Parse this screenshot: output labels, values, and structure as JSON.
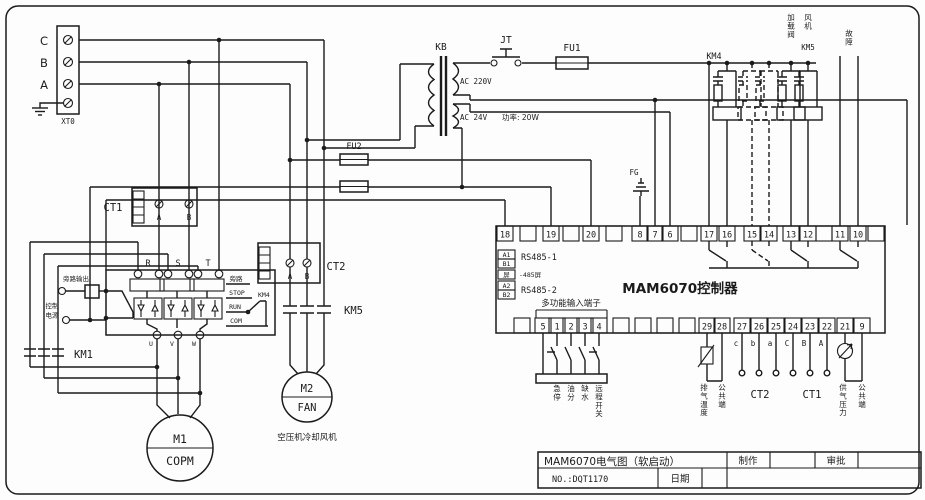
{
  "xt0": {
    "phases": [
      "C",
      "B",
      "A"
    ],
    "label": "XT0"
  },
  "power": {
    "kb": "KB",
    "jt": "JT",
    "fu1": "FU1",
    "fu2": "FU2",
    "ac220": "AC 220V",
    "ac24": "AC 24V",
    "watt": "功率: 20W"
  },
  "outputs": {
    "km4": "KM4",
    "load_valve": "加载阀",
    "fan_vert": "风机",
    "km5": "KM5",
    "fault": "故障"
  },
  "controller": {
    "name": "MAM6070控制器",
    "fg": "FG",
    "top_terminals": [
      "18",
      "",
      "19",
      "",
      "20",
      "",
      "8",
      "7",
      "6",
      "",
      "17",
      "16",
      "15",
      "14",
      "13",
      "12",
      "",
      "11",
      "10",
      ""
    ],
    "bottom_terminals": [
      "",
      "5",
      "1",
      "2",
      "3",
      "4",
      "",
      "",
      "",
      "",
      "29",
      "28",
      "27",
      "26",
      "25",
      "24",
      "23",
      "22",
      "21",
      "9"
    ],
    "rs485_cells": [
      "A1",
      "B1",
      "屏",
      "A2",
      "B2"
    ],
    "rs485_1": "RS485-1",
    "rs485_shield": "-485屏",
    "rs485_2": "RS485-2",
    "multi_input": "多功能输入端子"
  },
  "inputs": {
    "labels": [
      "急停",
      "油分",
      "缺水",
      "远程开关"
    ]
  },
  "sensors": {
    "temp": "排气温度",
    "common_a": "公共端",
    "ct2": "CT2",
    "ct1": "CT1",
    "pressure": "供气压力",
    "common_b": "公共端",
    "lc": [
      "c",
      "b",
      "a"
    ],
    "uc": [
      "C",
      "B",
      "A"
    ]
  },
  "starter": {
    "r": "R",
    "s": "S",
    "t": "T",
    "u": "U",
    "v": "V",
    "w": "W",
    "bypass_out": "旁路输出",
    "ctrl1": "控制",
    "ctrl2": "电源",
    "bypass": "旁路",
    "stop": "STOP",
    "run": "RUN",
    "com": "COM",
    "km4": "KM4"
  },
  "contactors": {
    "km1": "KM1",
    "km5": "KM5"
  },
  "ct": {
    "ct1": "CT1",
    "ct2": "CT2",
    "a": "A",
    "b": "B"
  },
  "motors": {
    "m1": "M1",
    "m1_sub": "COPM",
    "m2": "M2",
    "m2_sub": "FAN",
    "fan_caption": "空压机冷却风机"
  },
  "title_block": {
    "title": "MAM6070电气图（软启动）",
    "maker": "制作",
    "approver": "审批",
    "no": "NO.:DQT1170",
    "date": "日期"
  }
}
